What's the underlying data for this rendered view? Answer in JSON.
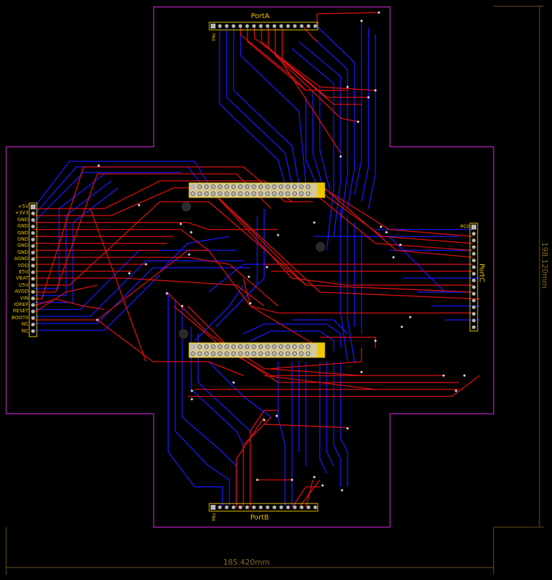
{
  "ports": {
    "a": {
      "title": "PortA",
      "first_pin": "PA0"
    },
    "b": {
      "title": "PortB",
      "first_pin": "PB0"
    },
    "c": {
      "title": "PortC",
      "first_pin": "PC0"
    }
  },
  "power_header": {
    "pins": [
      "+5V",
      "+3V3",
      "GND",
      "GND",
      "GND",
      "GND",
      "GND",
      "GND",
      "AGND",
      "VDD",
      "E5V",
      "VBAT",
      "U5V",
      "AVDD",
      "VIN",
      "IOREF",
      "RESET",
      "BOOT0",
      "NC",
      "NC"
    ]
  },
  "dimensions": {
    "width": "185.420mm",
    "height": "198.120mm"
  },
  "colors": {
    "outline": "#c020c0",
    "top_trace": "#e01010",
    "bottom_trace": "#1a1aff",
    "silkscreen": "#e8c000",
    "pad": "#b8b8b8",
    "dimension": "#8a6a20"
  }
}
